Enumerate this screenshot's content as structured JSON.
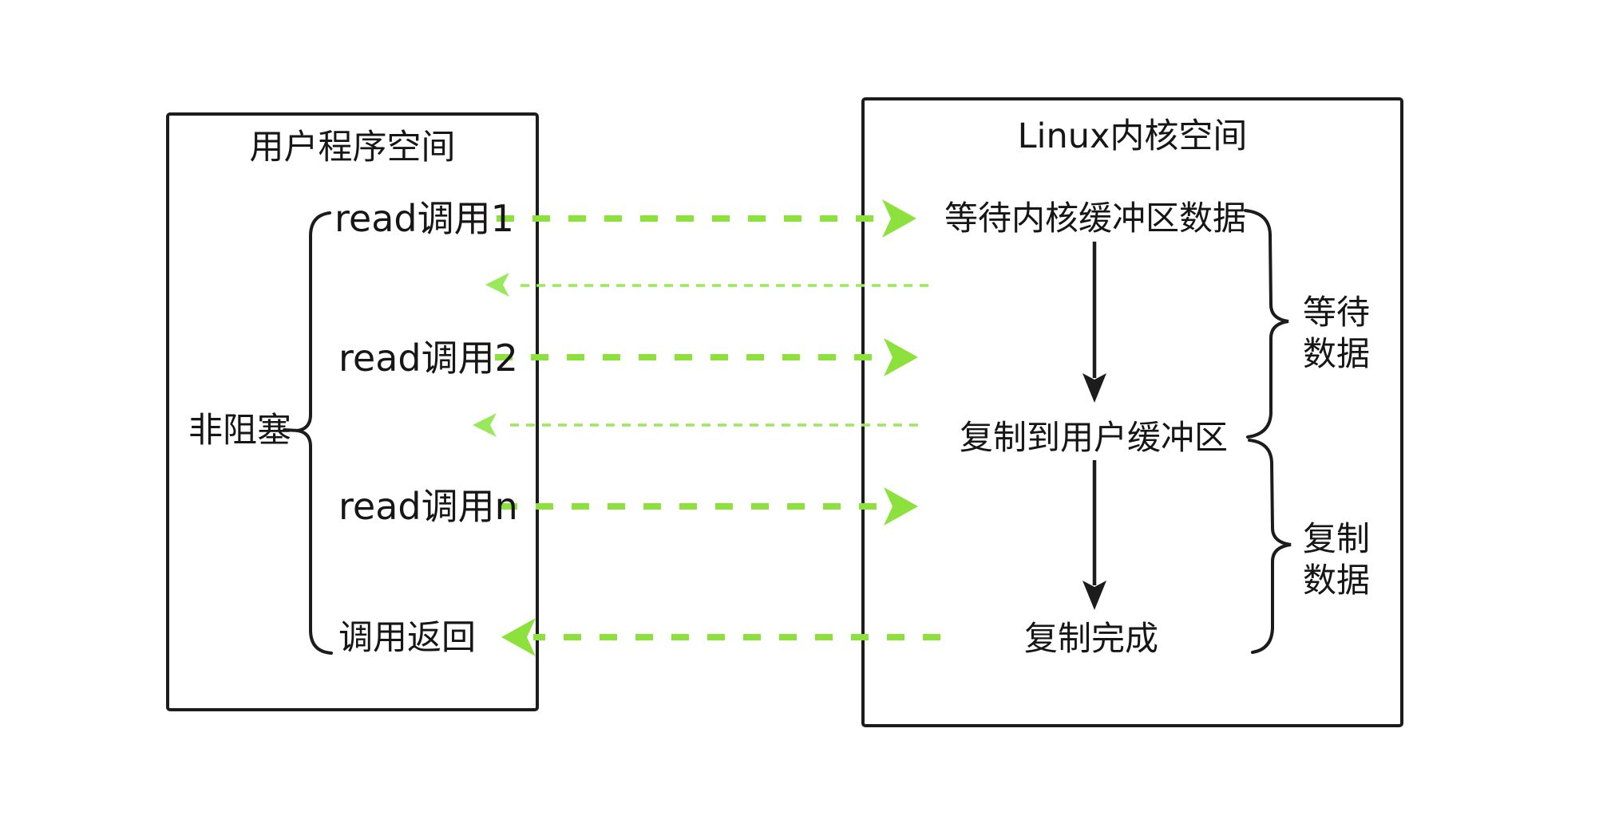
{
  "diagram": {
    "user_space": {
      "title": "用户程序空间",
      "side_label": "非阻塞",
      "read_calls": [
        "read调用1",
        "read调用2",
        "read调用n"
      ],
      "call_return": "调用返回"
    },
    "kernel_space": {
      "title": "Linux内核空间",
      "steps": [
        "等待内核缓冲区数据",
        "复制到用户缓冲区",
        "复制完成"
      ]
    },
    "phase_labels": {
      "wait": [
        "等待",
        "数据"
      ],
      "copy": [
        "复制",
        "数据"
      ]
    },
    "colors": {
      "arrow_green": "#8ce13c",
      "arrow_green_light": "#98e95c",
      "ink_black": "#1c1c1c"
    }
  }
}
